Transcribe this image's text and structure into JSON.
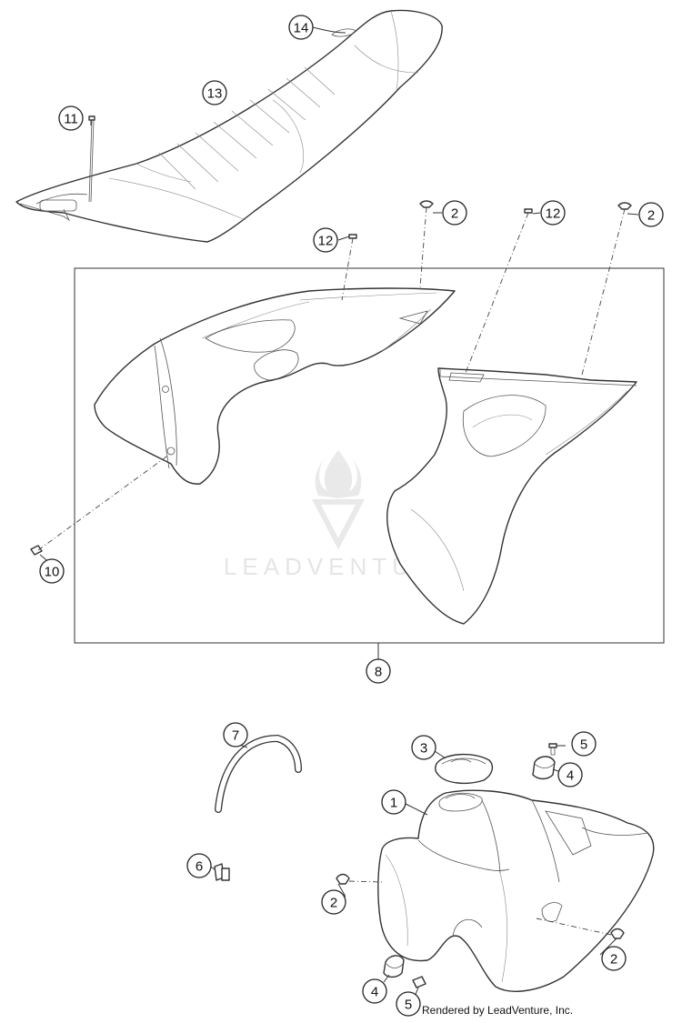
{
  "callouts": {
    "c1": "1",
    "c2a": "2",
    "c2b": "2",
    "c2c": "2",
    "c2d": "2",
    "c3": "3",
    "c4a": "4",
    "c4b": "4",
    "c5a": "5",
    "c5b": "5",
    "c6": "6",
    "c7": "7",
    "c8": "8",
    "c10": "10",
    "c11": "11",
    "c12a": "12",
    "c12b": "12",
    "c13": "13",
    "c14": "14"
  },
  "watermark": "LEADVENTURE",
  "credit": "Rendered by LeadVenture, Inc."
}
